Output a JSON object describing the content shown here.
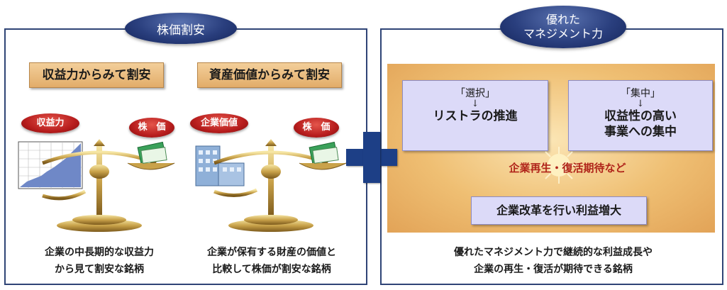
{
  "left_panel": {
    "title": "株価割安",
    "earnings": {
      "label": "収益力からみて割安",
      "tag_left": "収益力",
      "tag_right": "株　価",
      "caption": [
        "企業の中長期的な収益力",
        "から見て割安な銘柄"
      ]
    },
    "assets": {
      "label": "資産価値からみて割安",
      "tag_left": "企業価値",
      "tag_right": "株　価",
      "caption": [
        "企業が保有する財産の価値と",
        "比較して株価が割安な銘柄"
      ]
    }
  },
  "right_panel": {
    "title_lines": [
      "優れた",
      "マネジメント力"
    ],
    "select_box": {
      "head": "「選択」",
      "arrow": "↓",
      "body": [
        "リストラの推進"
      ]
    },
    "focus_box": {
      "head": "「集中」",
      "arrow": "↓",
      "body": [
        "収益性の高い",
        "事業への集中"
      ]
    },
    "revival": "企業再生・復活期待など",
    "reform": "企業改革を行い利益増大",
    "caption": [
      "優れたマネジメント力で継続的な利益成長や",
      "企業の再生・復活が期待できる銘柄"
    ]
  },
  "colors": {
    "navy": "#2a3f7e",
    "red_tag": "#b71d1d",
    "tan": "#e9b878",
    "orange_bg": "#efbf73",
    "lavender": "#dcdaf8",
    "plus": "#1d3f86"
  }
}
